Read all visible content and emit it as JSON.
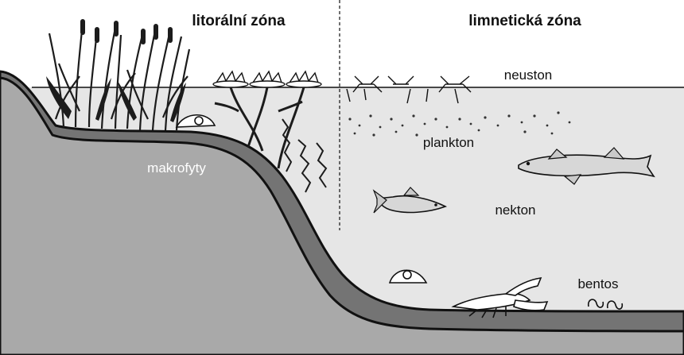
{
  "headers": {
    "littoral": "litorální zóna",
    "limnetic": "limnetická zóna"
  },
  "labels": {
    "macrophytes": "makrofyty",
    "neuston": "neuston",
    "plankton": "plankton",
    "nekton": "nekton",
    "benthos": "bentos"
  },
  "colors": {
    "sky": "#ffffff",
    "water": "#e6e6e6",
    "soil": "#a9a9a9",
    "sediment": "#747474",
    "outline": "#111111",
    "plants": "#1c1c1c"
  },
  "icons": [
    "reed-icon",
    "water-lily-icon",
    "snail-icon",
    "water-strider-icon",
    "mosquito-larva-icon",
    "pike-icon",
    "fish-icon",
    "crayfish-icon",
    "worm-icon"
  ]
}
